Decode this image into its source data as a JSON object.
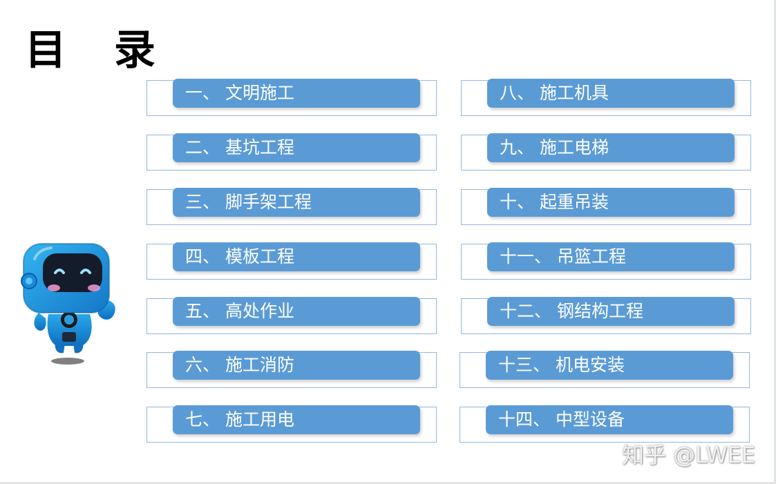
{
  "page": {
    "title": "目 录"
  },
  "toc": {
    "left": [
      "一、 文明施工",
      "二、 基坑工程",
      "三、 脚手架工程",
      "四、 模板工程",
      "五、 高处作业",
      "六、 施工消防",
      "七、 施工用电"
    ],
    "right": [
      "八、 施工机具",
      "九、 施工电梯",
      "十、 起重吊装",
      "十一、 吊篮工程",
      "十二、 钢结构工程",
      "十三、 机电安装",
      "十四、 中型设备"
    ]
  },
  "watermark": "知乎 @LWEE",
  "colors": {
    "tab_fill": "#5b9bd5",
    "frame_border": "#8fb8df",
    "mascot_blue": "#1e9be0"
  },
  "icons": {
    "mascot": "robot-mascot-icon"
  }
}
